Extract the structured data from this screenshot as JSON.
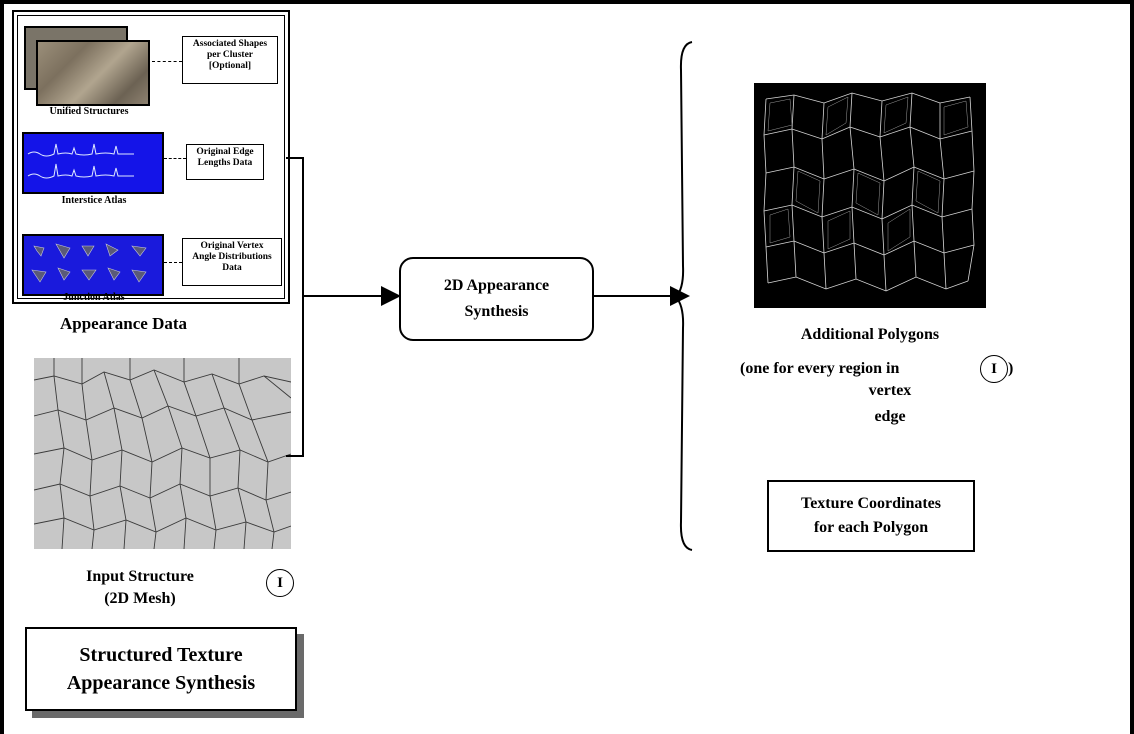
{
  "appearance_data": {
    "title": "Appearance Data",
    "items": [
      {
        "caption": "Unified Structures",
        "note": [
          "Associated Shapes",
          "per Cluster",
          "[Optional]"
        ]
      },
      {
        "caption": "Interstice Atlas",
        "note": [
          "Original Edge",
          "Lengths Data"
        ]
      },
      {
        "caption": "Junction Atlas",
        "note": [
          "Original Vertex",
          "Angle Distributions",
          "Data"
        ]
      }
    ]
  },
  "input_structure": {
    "line1": "Input Structure",
    "line2": "(2D Mesh)",
    "symbol": "I"
  },
  "main_title": {
    "line1": "Structured Texture",
    "line2": "Appearance Synthesis"
  },
  "synthesis": {
    "line1": "2D Appearance",
    "line2": "Synthesis"
  },
  "output": {
    "polygons_title": "Additional Polygons",
    "polygons_sub": "(one for every region in",
    "symbol": "I",
    "paren_close": ")",
    "vertex": "vertex",
    "edge": "edge",
    "texture_line1": "Texture Coordinates",
    "texture_line2": "for each Polygon"
  }
}
